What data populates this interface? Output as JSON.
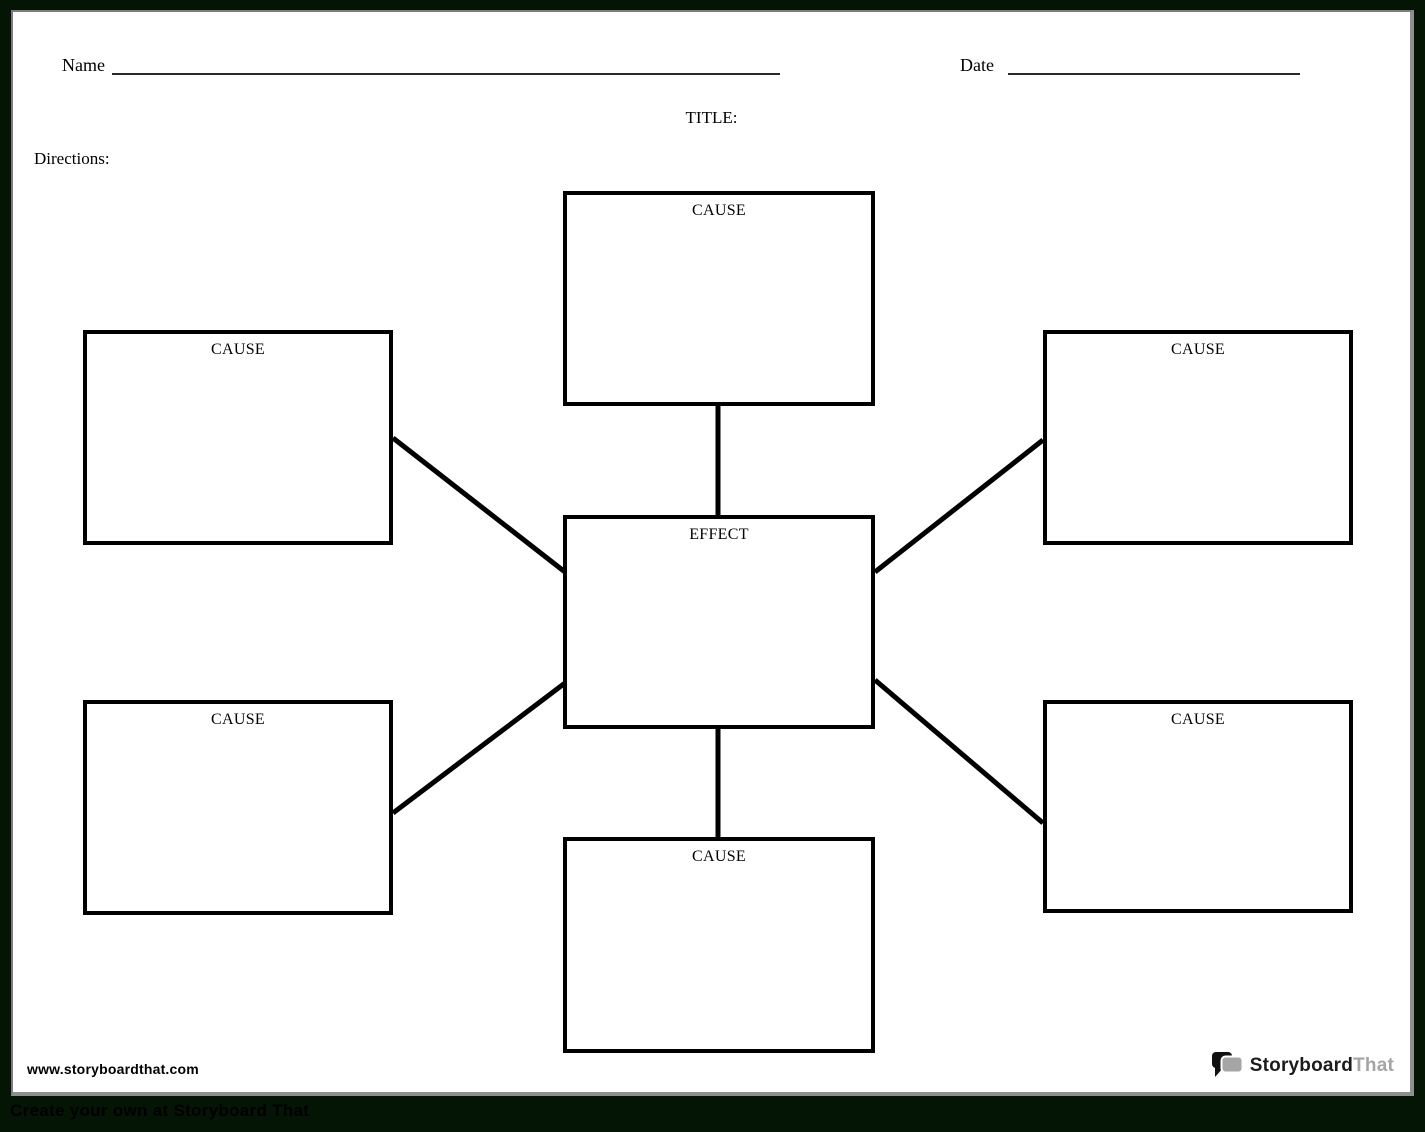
{
  "header": {
    "name_label": "Name",
    "date_label": "Date",
    "title": "TITLE:",
    "directions_label": "Directions:"
  },
  "diagram": {
    "boxes": [
      {
        "id": "cause-top",
        "label": "CAUSE"
      },
      {
        "id": "cause-left-upper",
        "label": "CAUSE"
      },
      {
        "id": "cause-right-upper",
        "label": "CAUSE"
      },
      {
        "id": "effect-center",
        "label": "EFFECT"
      },
      {
        "id": "cause-left-lower",
        "label": "CAUSE"
      },
      {
        "id": "cause-right-lower",
        "label": "CAUSE"
      },
      {
        "id": "cause-bottom",
        "label": "CAUSE"
      }
    ]
  },
  "footer": {
    "website": "www.storyboardthat.com",
    "logo": {
      "primary": "Storyboard",
      "secondary": "That"
    },
    "watermark": "Create your own at Storyboard That"
  },
  "colors": {
    "frame_green": "#051505",
    "ink_black": "#000000",
    "sheet_shadow_gray": "#8f8f8f",
    "logo_gray": "#a5a5a5"
  }
}
